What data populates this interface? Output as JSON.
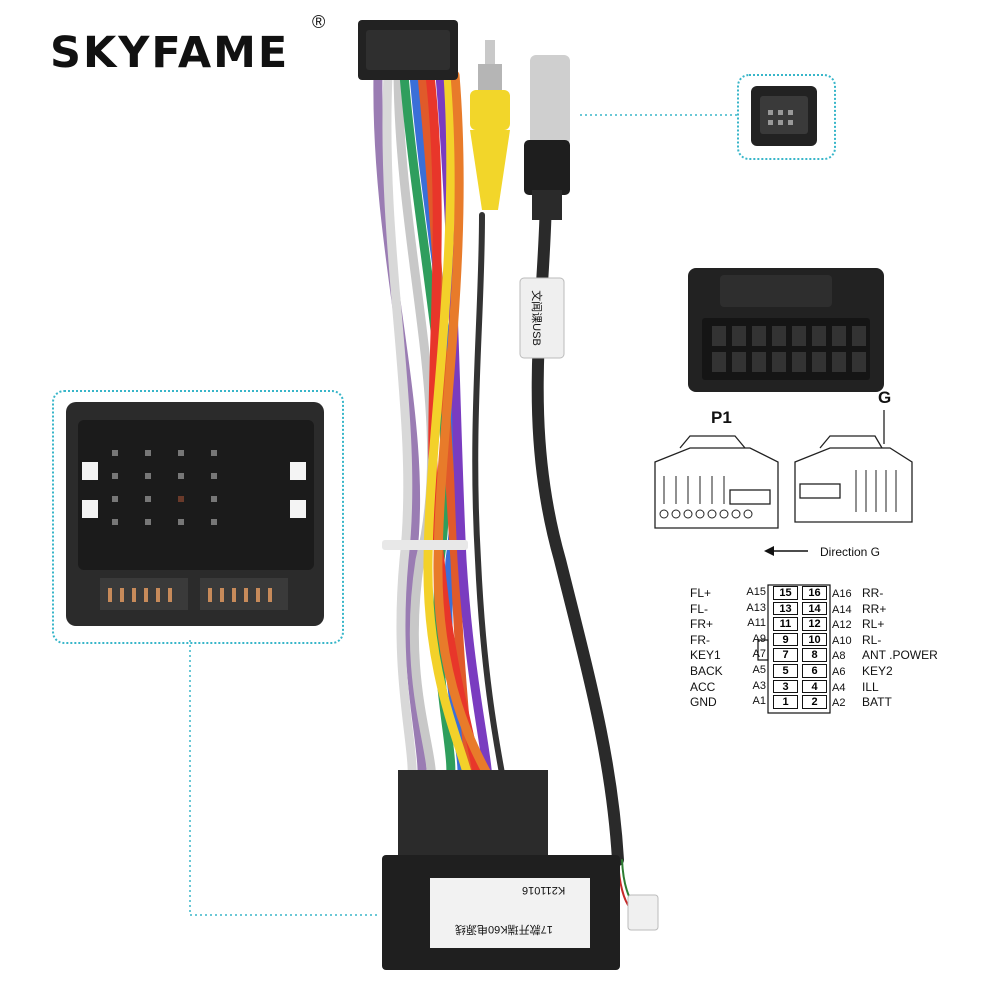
{
  "brand": {
    "logo": "SKYFAME",
    "registered": "®"
  },
  "colors": {
    "accent_dotted": "#38b6c9",
    "connector": "#2a2a2a",
    "rca_yellow": "#f2d62a"
  },
  "cable_labels": {
    "usb_tag": "文闻课USB",
    "box_code": "K211016",
    "box_label": "17款开瑞K60电源线"
  },
  "connectors": {
    "p1": "P1",
    "g": "G",
    "direction": "Direction G"
  },
  "pinout": {
    "left": [
      {
        "name": "FL+",
        "pin": "A15",
        "num": "15"
      },
      {
        "name": "FL-",
        "pin": "A13",
        "num": "13"
      },
      {
        "name": "FR+",
        "pin": "A11",
        "num": "11"
      },
      {
        "name": "FR-",
        "pin": "A9",
        "num": "9"
      },
      {
        "name": "KEY1",
        "pin": "A7",
        "num": "7"
      },
      {
        "name": "BACK",
        "pin": "A5",
        "num": "5"
      },
      {
        "name": "ACC",
        "pin": "A3",
        "num": "3"
      },
      {
        "name": "GND",
        "pin": "A1",
        "num": "1"
      }
    ],
    "right": [
      {
        "name": "RR-",
        "pin": "A16",
        "num": "16"
      },
      {
        "name": "RR+",
        "pin": "A14",
        "num": "14"
      },
      {
        "name": "RL+",
        "pin": "A12",
        "num": "12"
      },
      {
        "name": "RL-",
        "pin": "A10",
        "num": "10"
      },
      {
        "name": "ANT .POWER",
        "pin": "A8",
        "num": "8"
      },
      {
        "name": "KEY2",
        "pin": "A6",
        "num": "6"
      },
      {
        "name": "ILL",
        "pin": "A4",
        "num": "4"
      },
      {
        "name": "BATT",
        "pin": "A2",
        "num": "2"
      }
    ]
  }
}
